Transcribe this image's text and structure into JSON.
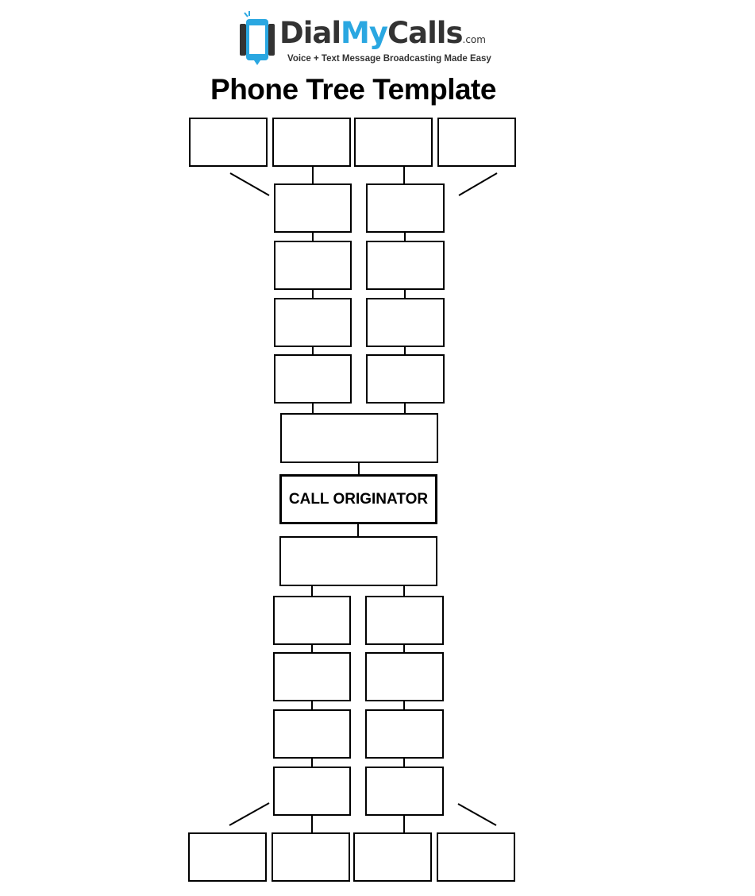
{
  "logo": {
    "brand_part1": "Dial",
    "brand_part2": "My",
    "brand_part3": "Calls",
    "brand_suffix": ".com",
    "tagline": "Voice + Text Message Broadcasting Made Easy"
  },
  "title": "Phone Tree Template",
  "originator_label": "CALL ORIGINATOR",
  "colors": {
    "brand_blue": "#2aa7e1",
    "text_dark": "#333333"
  }
}
